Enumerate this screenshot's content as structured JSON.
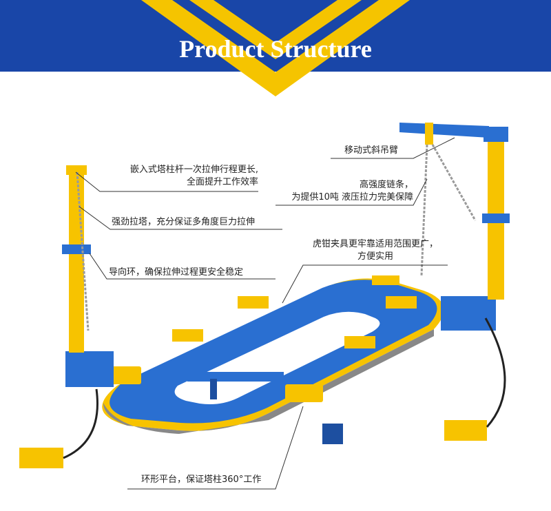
{
  "header": {
    "title": "Product Structure",
    "colors": {
      "banner": "#1946a8",
      "chevron": "#f5c400",
      "title": "#ffffff"
    }
  },
  "product_colors": {
    "frame_blue": "#2a6fd1",
    "frame_yellow": "#f7c300",
    "dark_blue": "#1d4fa0"
  },
  "callouts": {
    "tower_rod_line1": "嵌入式塔柱杆一次拉伸行程更长,",
    "tower_rod_line2": "全面提升工作效率",
    "pull_tower": "强劲拉塔，充分保证多角度巨力拉伸",
    "guide_ring": "导向环，确保拉伸过程更安全稳定",
    "hoist_arm": "移动式斜吊臂",
    "chain_line1": "高强度链条，",
    "chain_line2": "为提供10吨 液压拉力完美保障",
    "clamp_line1": "虎钳夹具更牢靠适用范围更广，",
    "clamp_line2": "方便实用",
    "platform": "环形平台，保证塔柱360°工作"
  }
}
